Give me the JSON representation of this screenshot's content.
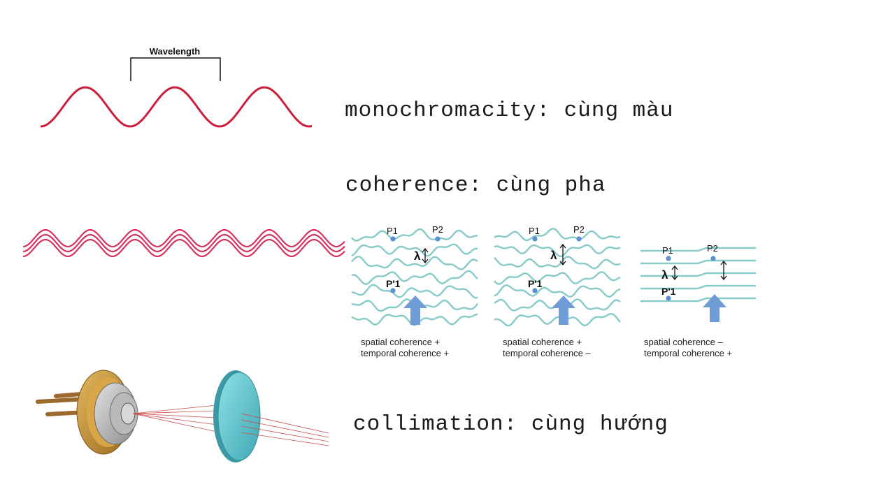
{
  "wave": {
    "label": "Wavelength"
  },
  "properties": {
    "monochromacity": "monochromacity: cùng màu",
    "coherence": "coherence: cùng pha",
    "collimation": "collimation: cùng hướng"
  },
  "coherence_panels": [
    {
      "p1": "P1",
      "p2": "P2",
      "p1_prime": "P'1",
      "lambda": "λ",
      "caption_1": "spatial coherence +",
      "caption_2": "temporal coherence +"
    },
    {
      "p1": "P1",
      "p2": "P2",
      "p1_prime": "P'1",
      "lambda": "λ",
      "caption_1": "spatial coherence +",
      "caption_2": "temporal coherence –"
    },
    {
      "p1": "P1",
      "p2": "P2",
      "p1_prime": "P'1",
      "lambda": "λ",
      "caption_1": "spatial coherence –",
      "caption_2": "temporal coherence +"
    }
  ],
  "colors": {
    "wave": "#c8203a",
    "coherent_wave": "#d6325e",
    "panel_wave": "#86cbc9",
    "point": "#5b8fd0",
    "arrow": "#6f9bd6",
    "laser_gold": "#c7963a",
    "lens": "#5cc5cf",
    "beam": "#cc4a4a"
  }
}
